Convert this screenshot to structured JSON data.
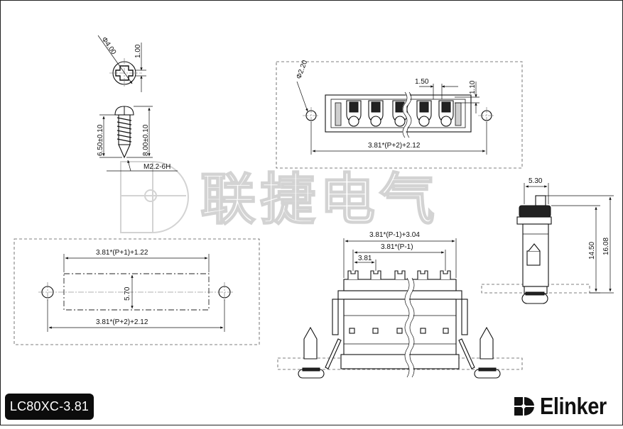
{
  "product": {
    "model": "LC80XC-3.81",
    "brand": "Elinker"
  },
  "watermark": {
    "company_cn": "联捷电气"
  },
  "icons": {
    "brand_logo": "d-shaped-logo-icon"
  },
  "colors": {
    "line": "#111111",
    "badge_bg": "#0c0c0c",
    "watermark": "#cfcfcf"
  },
  "screw": {
    "head_dia": "Φ4.00",
    "slot_depth": "1.00",
    "thread_len": "6.50±0.10",
    "total_len": "8.00±0.10",
    "thread": "M2.2-6H"
  },
  "top_view": {
    "hole_dia": "Φ2.20",
    "pitch_detail": "1.50",
    "height_detail": "1.10",
    "overall": "3.81*(P+2)+2.12"
  },
  "panel_cutout": {
    "cut_width": "3.81*(P+1)+1.22",
    "cut_height": "5.70",
    "hole_spacing": "3.81*(P+2)+2.12"
  },
  "front_view": {
    "body_width": "3.81*(P-1)+3.04",
    "pin_span": "3.81*(P-1)",
    "pitch": "3.81"
  },
  "side_view": {
    "depth": "5.30",
    "height": "14.50",
    "total_height": "16.08"
  }
}
